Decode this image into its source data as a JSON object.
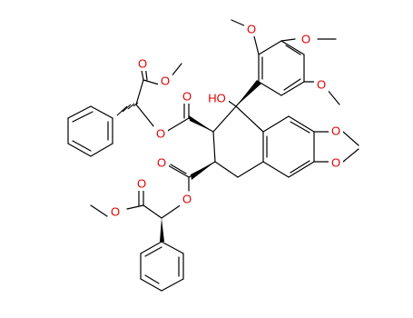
{
  "molecule": {
    "atom_labels": {
      "o_ome_top_1": "O",
      "o_ome_top_2": "O",
      "o_ome_top_3": "O",
      "o_ester_a_carbonyl": "O",
      "o_ester_a_methoxy": "O",
      "hydroxyl": "HO",
      "o_ester_b_carbonyl": "O",
      "o_ester_b_link": "O",
      "o_dioxole_1": "O",
      "o_dioxole_2": "O",
      "o_ester_c_carbonyl": "O",
      "o_ester_d_carbonyl": "O",
      "o_ester_c_methoxy": "O",
      "o_ester_d_link": "O"
    },
    "colors": {
      "bond": "#000000",
      "heteroatom": "#e00000",
      "background": "#ffffff"
    }
  }
}
